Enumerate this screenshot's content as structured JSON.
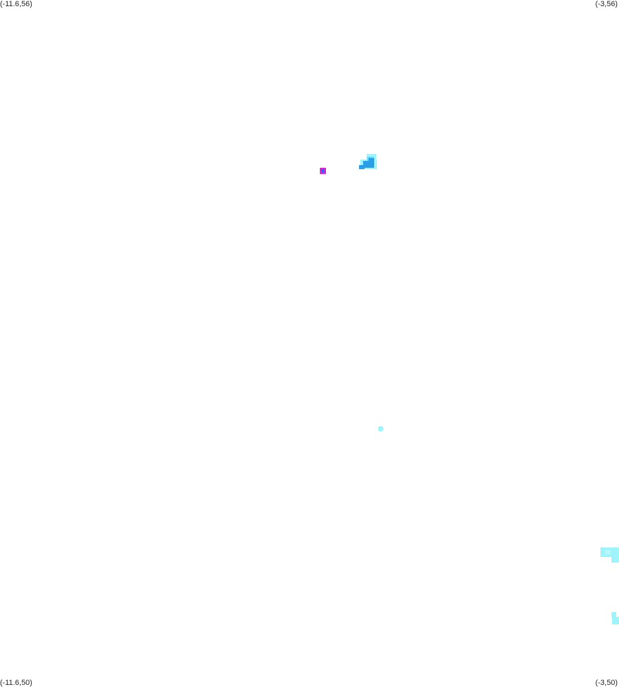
{
  "corners": {
    "top_left": "(-11.6,56)",
    "top_right": "(-3,56)",
    "bottom_left": "(-11.6,50)",
    "bottom_right": "(-3,50)"
  },
  "colors": {
    "background": "#ffffff",
    "light_cyan": "#9ff3fb",
    "cyan": "#5fdcf5",
    "blue": "#2a9fe6",
    "magenta": "#e021d6",
    "marker_blue": "#4a5cf0"
  }
}
